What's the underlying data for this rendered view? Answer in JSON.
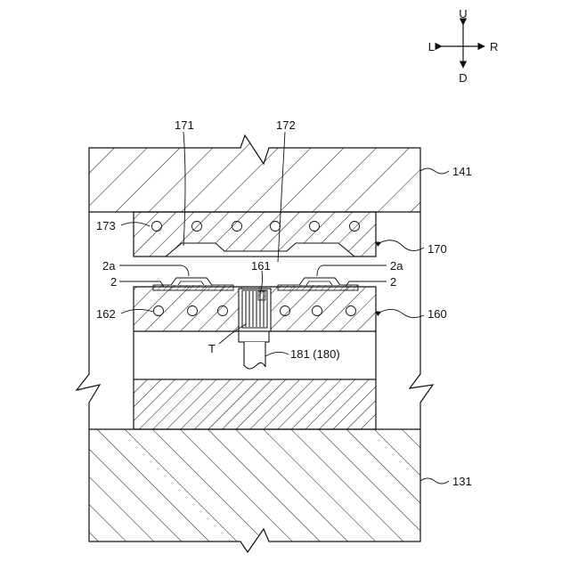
{
  "compass": {
    "up": "U",
    "down": "D",
    "left": "L",
    "right": "R"
  },
  "labels": {
    "upper_mold": "141",
    "lower_mold": "131",
    "upper_die": "170",
    "lower_die": "160",
    "upper_die_heater": "173",
    "upper_die_recess_left": "171",
    "upper_die_recess_right": "172",
    "lower_die_heater": "162",
    "terminal_pocket": "161",
    "workpiece_left": "2",
    "workpiece_right": "2",
    "workpiece_bump_left": "2a",
    "workpiece_bump_right": "2a",
    "terminal": "T",
    "ejector_rod": "181 (180)"
  }
}
